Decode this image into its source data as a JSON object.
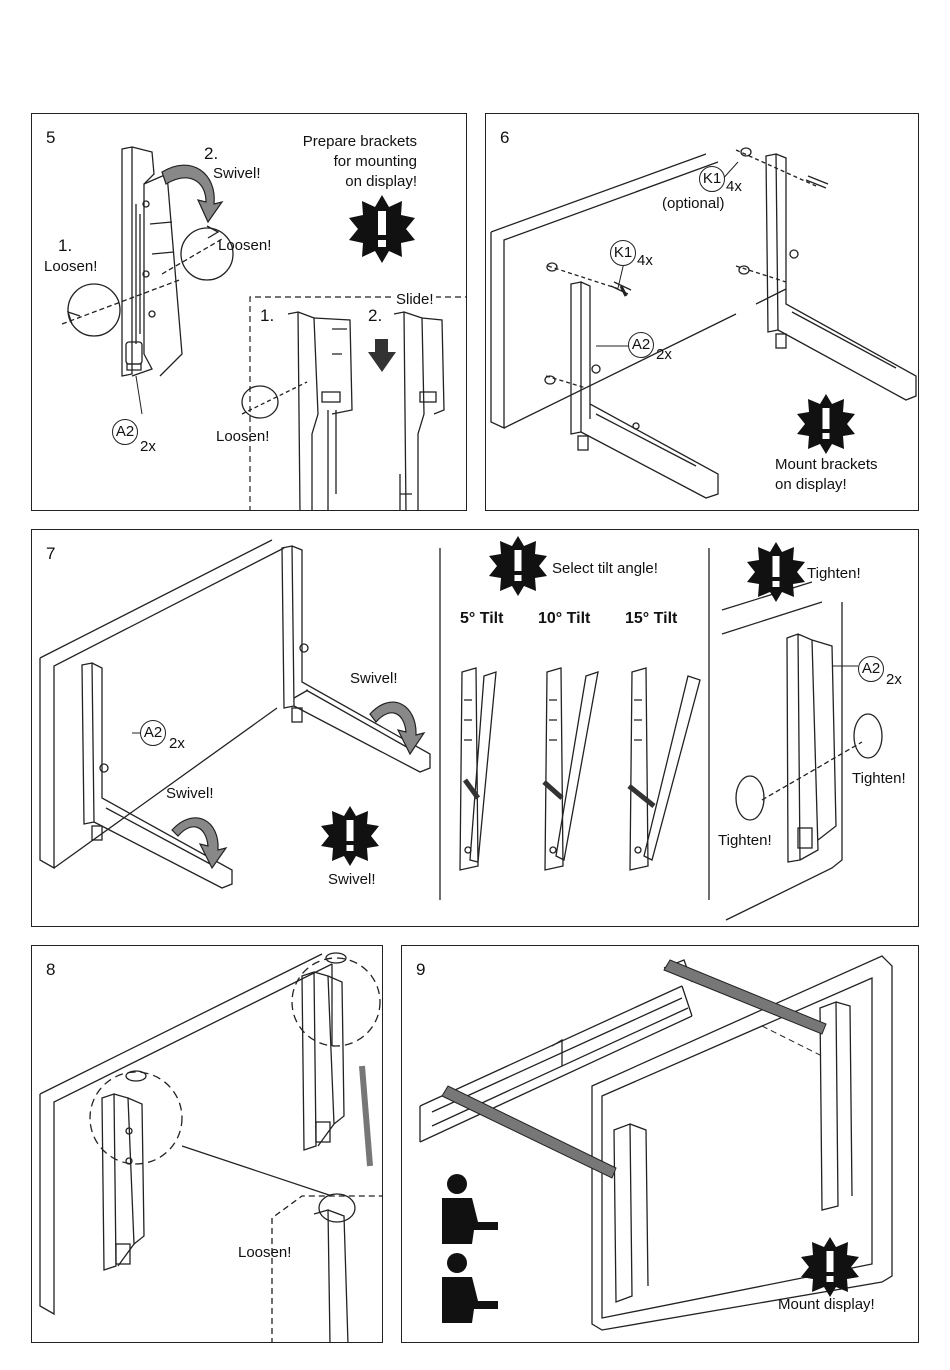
{
  "panels": {
    "p5": {
      "number": "5",
      "step1": "1.",
      "step1_label": "Loosen!",
      "step2": "2.",
      "step2_label": "Swivel!",
      "loosen_right": "Loosen!",
      "note": [
        "Prepare brackets",
        "for mounting",
        "on display!"
      ],
      "part": "A2",
      "qty": "2x",
      "inset": {
        "title": "Slide!",
        "step1": "1.",
        "step2": "2.",
        "loosen": "Loosen!"
      }
    },
    "p6": {
      "number": "6",
      "part_k1_top": "K1",
      "qty_k1_top": "4x",
      "optional": "(optional)",
      "part_k1": "K1",
      "qty_k1": "4x",
      "part_a2": "A2",
      "qty_a2": "2x",
      "note": [
        "Mount brackets",
        "on display!"
      ]
    },
    "p7": {
      "number": "7",
      "part": "A2",
      "qty": "2x",
      "swivel_right": "Swivel!",
      "swivel_left": "Swivel!",
      "swivel_note": "Swivel!",
      "select_tilt": "Select tilt angle!",
      "tilts": [
        "5° Tilt",
        "10° Tilt",
        "15° Tilt"
      ],
      "tighten_title": "Tighten!",
      "part_right": "A2",
      "qty_right": "2x",
      "tighten_right": "Tighten!",
      "tighten_left": "Tighten!"
    },
    "p8": {
      "number": "8",
      "loosen": "Loosen!"
    },
    "p9": {
      "number": "9",
      "note": "Mount display!"
    }
  },
  "icons": [
    "warning-burst-icon",
    "rotate-arrow-icon",
    "person-icon"
  ],
  "colors": {
    "line": "#222222",
    "fill_dark": "#111111",
    "accent_gray": "#777777"
  }
}
